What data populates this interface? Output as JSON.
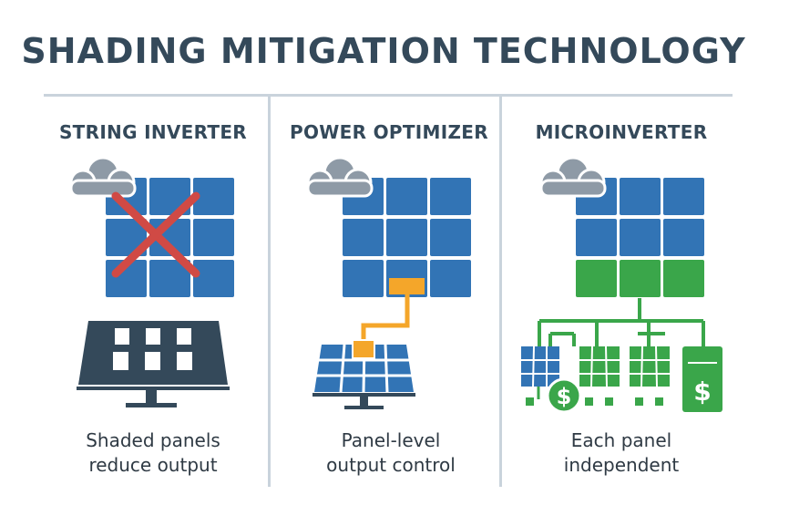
{
  "title": "SHADING MITIGATION TECHNOLOGY",
  "columns": [
    {
      "heading": "STRING INVERTER",
      "caption_line1": "Shaded panels",
      "caption_line2": "reduce output"
    },
    {
      "heading": "POWER OPTIMIZER",
      "caption_line1": "Panel-level",
      "caption_line2": "output control"
    },
    {
      "heading": "MICROINVERTER",
      "caption_line1": "Each panel",
      "caption_line2": "independent"
    }
  ],
  "icons": {
    "cloud": "cloud-icon",
    "cross": "x-mark-icon",
    "dollar": "dollar-icon",
    "dollar_symbol": "$"
  },
  "colors": {
    "panel_blue": "#3274b5",
    "panel_green": "#3aa64a",
    "cross_red": "#d04a45",
    "optimizer_orange": "#f4a62a",
    "dark_slate": "#34495a",
    "cloud_gray": "#8e9aa6"
  }
}
